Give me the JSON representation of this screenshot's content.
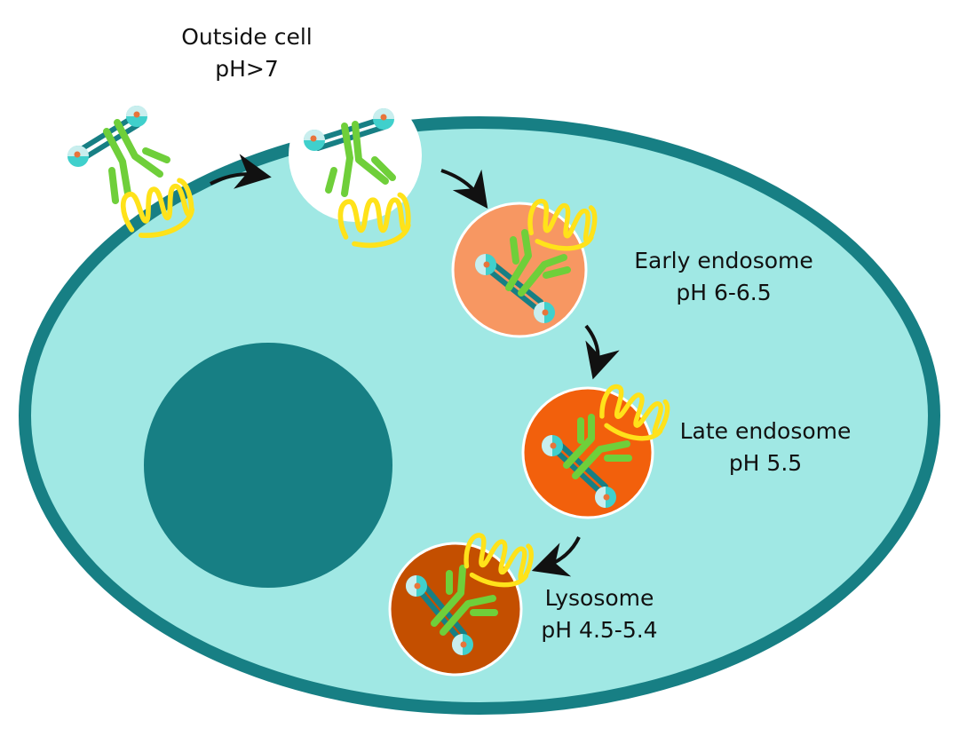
{
  "labels": {
    "outside": {
      "title": "Outside cell",
      "ph": "pH>7"
    },
    "early": {
      "title": "Early endosome",
      "ph": "pH 6-6.5"
    },
    "late": {
      "title": "Late endosome",
      "ph": "pH 5.5"
    },
    "lysosome": {
      "title": "Lysosome",
      "ph": "pH 4.5-5.4"
    }
  },
  "colors": {
    "background": "#ffffff",
    "cytoplasm": "#a0e8e4",
    "membrane": "#177f84",
    "nucleus": "#177f84",
    "endocytic_vesicle": "#ffffff",
    "early_endosome": "#f79762",
    "late_endosome": "#f2600c",
    "lysosome": "#c44f00",
    "antibody_heavy": "#6fcf3a",
    "antibody_stalk": "#177f84",
    "antigen_sphere": "#40d0cc",
    "antigen_sphere_light": "#c9eeee",
    "antigen_dot": "#e8743a",
    "receptor": "#ffe21a",
    "arrow": "#111111"
  }
}
